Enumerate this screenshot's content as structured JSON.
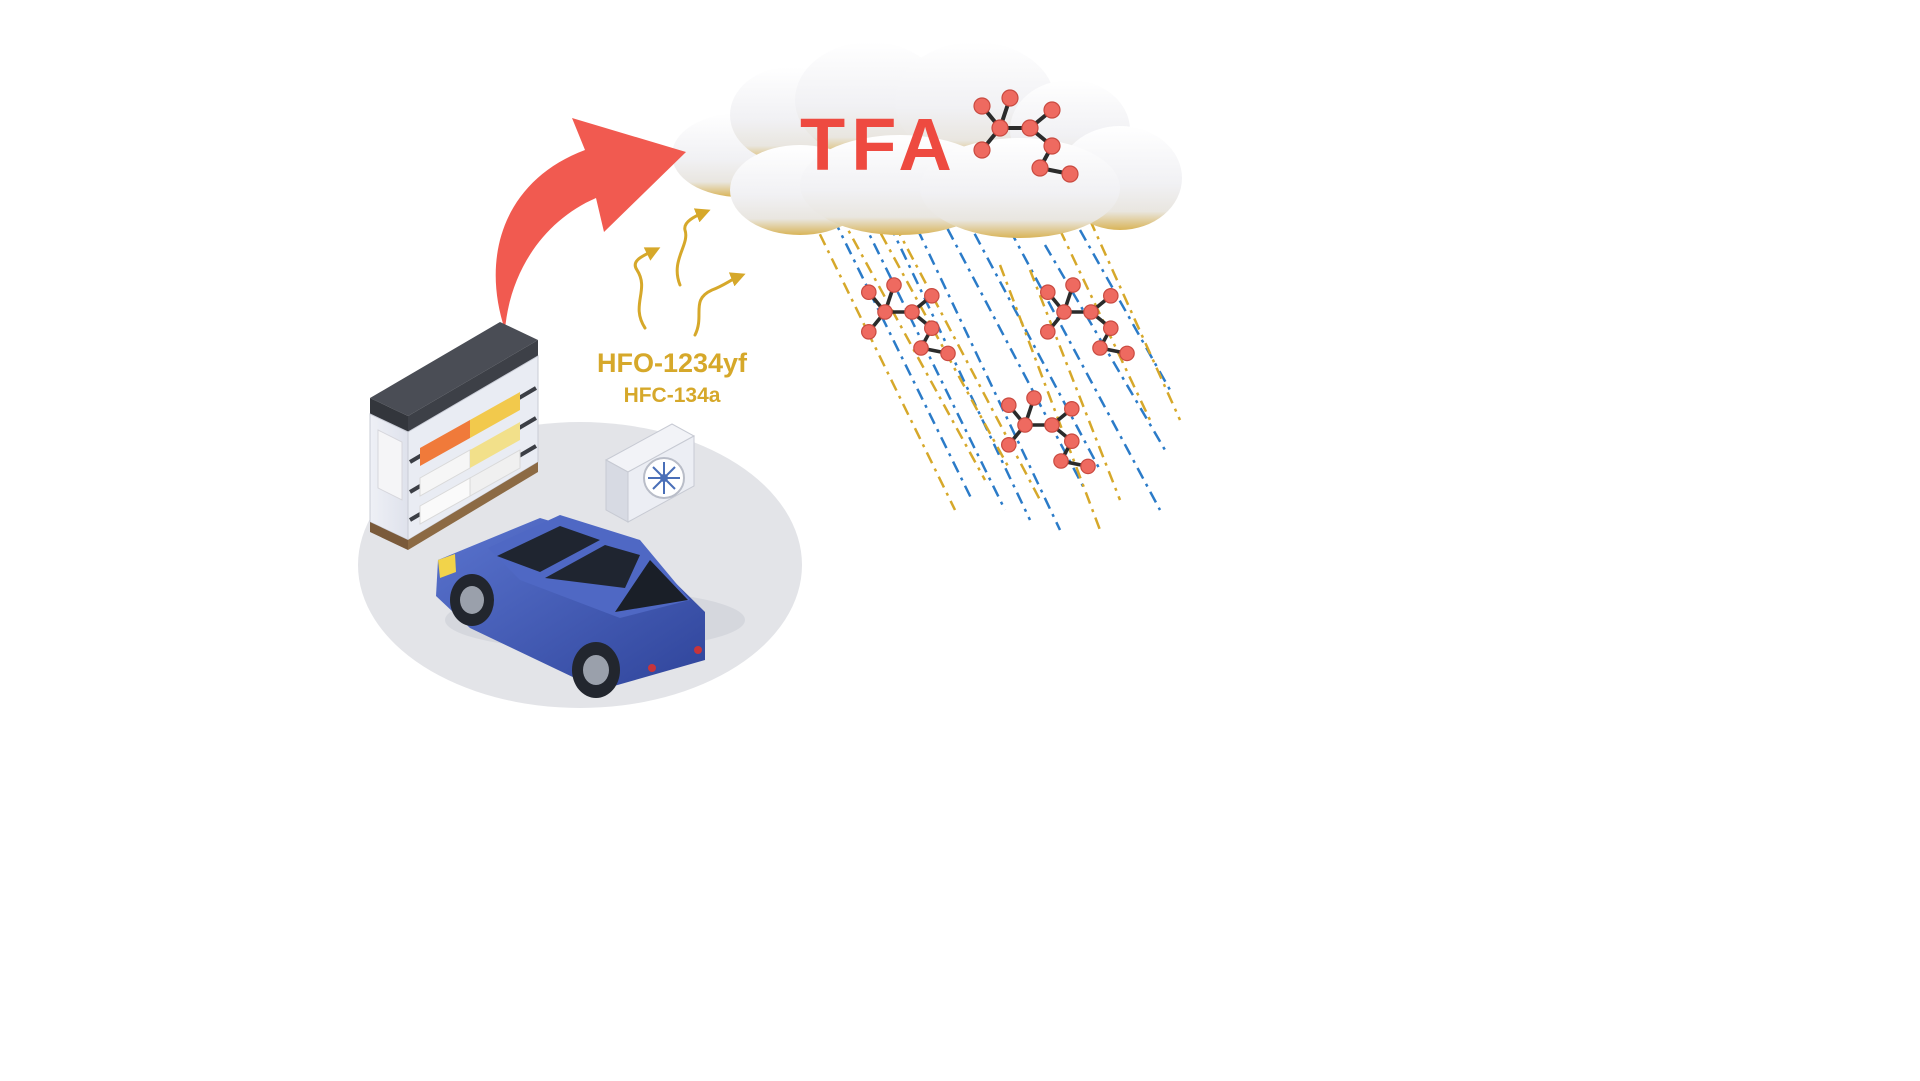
{
  "labels": {
    "product": "TFA",
    "refrigerant_primary": "HFO-1234yf",
    "refrigerant_secondary": "HFC-134a"
  },
  "colors": {
    "accent_red": "#f15a50",
    "molecule_fill": "#ee6a60",
    "molecule_bond": "#2b2b2b",
    "gas_gold": "#d6a82a",
    "rain_blue": "#2b7bc8",
    "cloud_white": "#f4f4f6",
    "cloud_edge": "#d8b65a",
    "car_blue": "#3e58b4",
    "ground_gray": "#e3e4e8"
  },
  "icons": {
    "arrow": "curved-arrow-icon",
    "cloud": "cloud-icon",
    "molecule": "tfa-molecule-icon",
    "fridge": "display-fridge-icon",
    "ac_unit": "air-conditioner-icon",
    "car": "car-icon",
    "gas": "rising-gas-icon"
  }
}
